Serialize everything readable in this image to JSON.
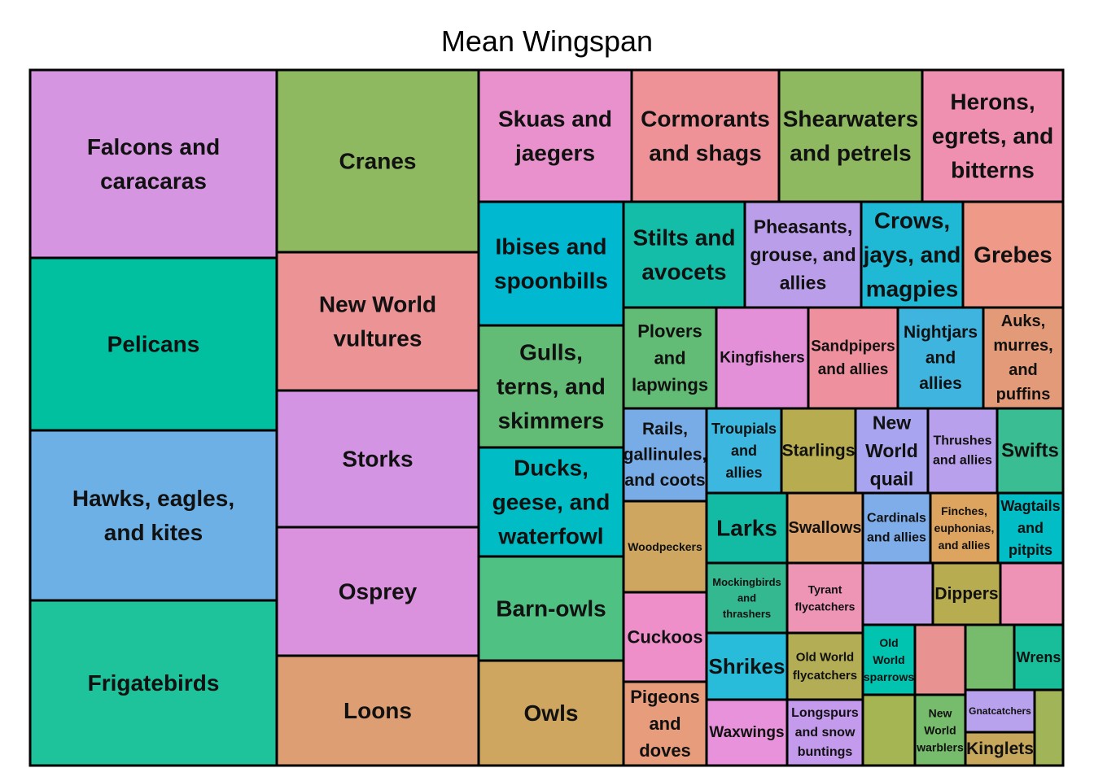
{
  "chart_data": {
    "type": "treemap",
    "title": "Mean Wingspan",
    "nodes": [
      {
        "label": "Falcons and\ncaracaras",
        "color": "#D595E0"
      },
      {
        "label": "Pelicans",
        "color": "#00C0A0"
      },
      {
        "label": "Hawks, eagles,\nand kites",
        "color": "#6CB0E6"
      },
      {
        "label": "Frigatebirds",
        "color": "#1FC39B"
      },
      {
        "label": "Cranes",
        "color": "#8FB960"
      },
      {
        "label": "New World\nvultures",
        "color": "#EC9396"
      },
      {
        "label": "Storks",
        "color": "#D394E4"
      },
      {
        "label": "Osprey",
        "color": "#DA92DF"
      },
      {
        "label": "Loons",
        "color": "#DE9E73"
      },
      {
        "label": "Skuas and\njaegers",
        "color": "#E991CC"
      },
      {
        "label": "Cormorants\nand shags",
        "color": "#EE9297"
      },
      {
        "label": "Shearwaters\nand petrels",
        "color": "#8FB960"
      },
      {
        "label": "Herons,\negrets, and\nbitterns",
        "color": "#EF90B1"
      },
      {
        "label": "Ibises and\nspoonbills",
        "color": "#00B8D0"
      },
      {
        "label": "Gulls,\nterns, and\nskimmers",
        "color": "#63BC75"
      },
      {
        "label": "Ducks,\ngeese, and\nwaterfowl",
        "color": "#00BCC4"
      },
      {
        "label": "Barn-owls",
        "color": "#4FC182"
      },
      {
        "label": "Owls",
        "color": "#CEA660"
      },
      {
        "label": "Stilts and\navocets",
        "color": "#14BDA8"
      },
      {
        "label": "Pheasants,\ngrouse, and\nallies",
        "color": "#BB9EE9"
      },
      {
        "label": "Crows,\njays, and\nmagpies",
        "color": "#1FB9D6"
      },
      {
        "label": "Grebes",
        "color": "#EF9A88"
      },
      {
        "label": "Plovers\nand\nlapwings",
        "color": "#63BC75"
      },
      {
        "label": "Kingfishers",
        "color": "#E490D8"
      },
      {
        "label": "Sandpipers\nand allies",
        "color": "#EF909E"
      },
      {
        "label": "Nightjars\nand\nallies",
        "color": "#3FB4DE"
      },
      {
        "label": "Auks,\nmurres,\nand\npuffins",
        "color": "#E39A78"
      },
      {
        "label": "Rails,\ngallinules,\nand coots",
        "color": "#78ACE6"
      },
      {
        "label": "Troupials\nand\nallies",
        "color": "#3BB7E0"
      },
      {
        "label": "Starlings",
        "color": "#B7AC50"
      },
      {
        "label": "New\nWorld\nquail",
        "color": "#A9A4F0"
      },
      {
        "label": "Thrushes\nand allies",
        "color": "#B9A0EC"
      },
      {
        "label": "Swifts",
        "color": "#3BBD93"
      },
      {
        "label": "Woodpeckers",
        "color": "#CEA660"
      },
      {
        "label": "Larks",
        "color": "#14BBA4"
      },
      {
        "label": "Swallows",
        "color": "#DCA36C"
      },
      {
        "label": "Cardinals\nand allies",
        "color": "#7FADE9"
      },
      {
        "label": "Finches,\neuphonias,\nand allies",
        "color": "#DDA460"
      },
      {
        "label": "Wagtails\nand\npitpits",
        "color": "#00BDC6"
      },
      {
        "label": "Mockingbirds\nand\nthrashers",
        "color": "#33B890"
      },
      {
        "label": "Tyrant\nflycatchers",
        "color": "#EE95B5"
      },
      {
        "label": "",
        "color": "#BE9EE9"
      },
      {
        "label": "Dippers",
        "color": "#B7AC50"
      },
      {
        "label": "",
        "color": "#EE92B6"
      },
      {
        "label": "Cuckoos",
        "color": "#EE8FC9"
      },
      {
        "label": "Shrikes",
        "color": "#28BCDA"
      },
      {
        "label": "Old World\nflycatchers",
        "color": "#B3AE55"
      },
      {
        "label": "Old\nWorld\nsparrows",
        "color": "#00C3B0"
      },
      {
        "label": "",
        "color": "#E99292"
      },
      {
        "label": "",
        "color": "#77BC6C"
      },
      {
        "label": "Wrens",
        "color": "#17BE99"
      },
      {
        "label": "Pigeons\nand\ndoves",
        "color": "#E79C7C"
      },
      {
        "label": "Waxwings",
        "color": "#E792DB"
      },
      {
        "label": "Longspurs\nand snow\nbuntings",
        "color": "#C39AEC"
      },
      {
        "label": "",
        "color": "#A5B553"
      },
      {
        "label": "New\nWorld\nwarblers",
        "color": "#77BC6C"
      },
      {
        "label": "Gnatcatchers",
        "color": "#B8A2EE"
      },
      {
        "label": "Kinglets",
        "color": "#C6A75B"
      },
      {
        "label": "",
        "color": "#A2B458"
      }
    ]
  }
}
